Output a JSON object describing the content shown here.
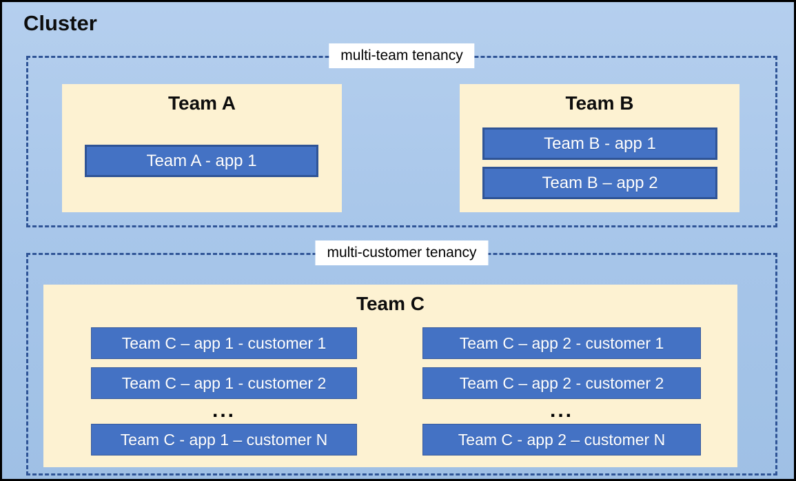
{
  "colors": {
    "background_blue": "#a6c5e9",
    "dashed_border": "#2f5496",
    "team_panel_fill": "#fdf2d2",
    "app_box_fill": "#4472c4",
    "app_box_border": "#2f5496",
    "app_text": "#ffffff",
    "title_text": "#0d0d0d",
    "label_background": "#ffffff"
  },
  "cluster": {
    "title": "Cluster",
    "sections": [
      {
        "label": "multi-team tenancy",
        "teams": [
          {
            "name": "Team A",
            "apps": [
              "Team A - app 1"
            ]
          },
          {
            "name": "Team B",
            "apps": [
              "Team B - app 1",
              "Team B – app 2"
            ]
          }
        ]
      },
      {
        "label": "multi-customer tenancy",
        "teams": [
          {
            "name": "Team C",
            "columns": [
              {
                "rows": [
                  "Team C – app 1 - customer 1",
                  "Team C – app 1 - customer 2"
                ],
                "ellipsis": "...",
                "last_row": "Team C - app 1 – customer N"
              },
              {
                "rows": [
                  "Team C – app 2 - customer 1",
                  "Team C – app 2 - customer 2"
                ],
                "ellipsis": "...",
                "last_row": "Team C - app 2 – customer N"
              }
            ]
          }
        ]
      }
    ]
  }
}
